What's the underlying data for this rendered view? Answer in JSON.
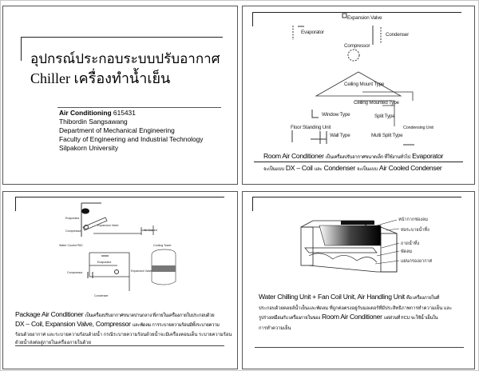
{
  "slides": [
    {
      "title_line1": "อุปกรณ์ประกอบระบบปรับอากาศ",
      "title_line2": "Chiller เครื่องทำน้ำเย็น",
      "course_bold": "Air Conditioning",
      "course_code": "615431",
      "author": "Thibordin Sangsawang",
      "department": "Department of Mechanical Engineering",
      "faculty": "Faculty of Engineering and Industrial Technology",
      "university": "Silpakorn University"
    },
    {
      "diagram_labels": [
        "Expansion Valve",
        "Evaporator",
        "Condenser",
        "Compressor",
        "Ceiling Mount Type",
        "Ceiling Mounted Type",
        "Window Type",
        "Split Type",
        "Floor Standing Unit",
        "Wall Type",
        "Multi Split Type",
        "Condensing Unit"
      ],
      "caption_line1_en": "Room Air Conditioner",
      "caption_line1_th": "เป็นเครื่องปรับอากาศขนาดเล็ก ที่ใช้งานทั่วไป",
      "caption_line1_en2": "Evaporator",
      "caption_line2_th1": "จะเป็นแบบ",
      "caption_line2_en1": "DX – Coil",
      "caption_line2_th2": "และ",
      "caption_line2_en2": "Condenser",
      "caption_line2_th3": "จะเป็นแบบ",
      "caption_line2_en3": "Air Cooled Condenser"
    },
    {
      "diagram_labels": [
        "Evaporator",
        "Compressor",
        "Expansion Valve",
        "Air Cooled",
        "Water Cooled PAC",
        "Evaporator",
        "Compressor",
        "Expansion Valve",
        "Condenser",
        "Cooling Tower"
      ],
      "text_en1": "Package Air Conditioner",
      "text_th1": "เป็นเครื่องปรับอากาศขนาดปานกลาง ที่ภายในเครื่องภายในประกอบด้วย",
      "text_en2": "DX – Coil, Expansion Valve, Compressor",
      "text_th2": "และพัดลม การระบายความร้อนมีทั้งระบายความ",
      "text_line3": "ร้อนด้วยอากาศ และระบายความร้อนด้วยน้ำ กรณีระบายความร้อนด้วยน้ำจะมีเครื่องคอนเด็น ระบายความร้อน",
      "text_line4": "ด้วยน้ำส่งต่อสู่ภายในเครื่องภายในด้วย"
    },
    {
      "diagram_labels": [
        "หน้ากากช่องลม",
        "ท่อระบายน้ำทิ้ง",
        "ถาดน้ำทิ้ง",
        "พัดลม",
        "แผ่นกรองอากาศ"
      ],
      "text_en1": "Water Chilling Unit + Fan Coil Unit, Air Handling Unit",
      "text_th1": "คือ เครื่องภายในที่",
      "text_line2": "ประกอบด้วยคอยล์น้ำเย็นและพัดลม ที่ถูกต่อตรงอยู่กับมอเตอร์ที่มีประสิทธิภาพการทำความเย็น และ",
      "text_th3a": "รูปร่างเหมือนกับ เครื่องภายในของ",
      "text_en3": "Room Air Conditioner",
      "text_th3b": "แต่ส่วนที่ FCU จะใช้น้ำเย็นใน",
      "text_line4": "การทำความเย็น"
    }
  ]
}
